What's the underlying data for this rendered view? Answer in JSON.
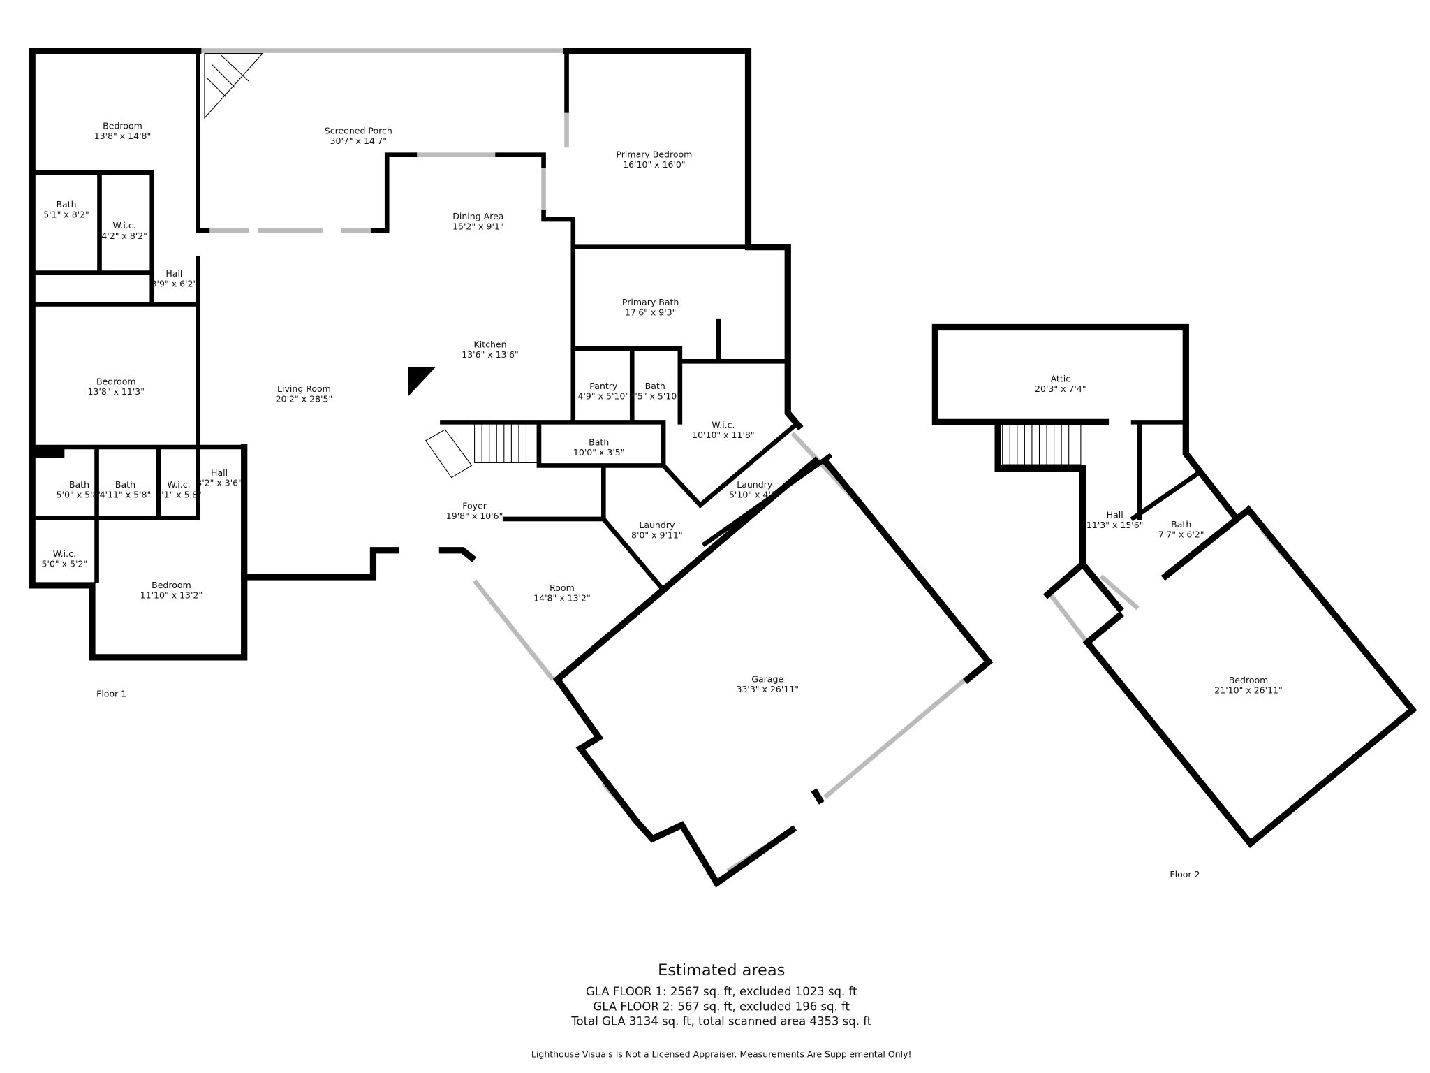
{
  "rooms": [
    {
      "name": "Bedroom",
      "dims": "13'8\" x 14'8\""
    },
    {
      "name": "Bath",
      "dims": "5'1\" x 8'2\""
    },
    {
      "name": "W.i.c.",
      "dims": "4'2\" x 8'2\""
    },
    {
      "name": "Hall",
      "dims": "3'9\" x 6'2\""
    },
    {
      "name": "Screened Porch",
      "dims": "30'7\" x 14'7\""
    },
    {
      "name": "Primary Bedroom",
      "dims": "16'10\" x 16'0\""
    },
    {
      "name": "Dining Area",
      "dims": "15'2\" x 9'1\""
    },
    {
      "name": "Primary Bath",
      "dims": "17'6\" x 9'3\""
    },
    {
      "name": "Bedroom",
      "dims": "13'8\" x 11'3\""
    },
    {
      "name": "Living Room",
      "dims": "20'2\" x 28'5\""
    },
    {
      "name": "Kitchen",
      "dims": "13'6\" x 13'6\""
    },
    {
      "name": "Pantry",
      "dims": "4'9\" x 5'10\""
    },
    {
      "name": "Bath",
      "dims": "3'5\" x 5'10\""
    },
    {
      "name": "W.i.c.",
      "dims": "10'10\" x 11'8\""
    },
    {
      "name": "Bath",
      "dims": "10'0\" x 3'5\""
    },
    {
      "name": "Laundry",
      "dims": "5'10\" x 4'8\""
    },
    {
      "name": "Bath",
      "dims": "5'0\" x 5'8\""
    },
    {
      "name": "Bath",
      "dims": "4'11\" x 5'8\""
    },
    {
      "name": "W.i.c.",
      "dims": "3'1\" x 5'8\""
    },
    {
      "name": "Hall",
      "dims": "3'2\" x 3'6\""
    },
    {
      "name": "W.i.c.",
      "dims": "5'0\" x 5'2\""
    },
    {
      "name": "Bedroom",
      "dims": "11'10\" x 13'2\""
    },
    {
      "name": "Foyer",
      "dims": "19'8\" x 10'6\""
    },
    {
      "name": "Laundry",
      "dims": "8'0\" x 9'11\""
    },
    {
      "name": "Room",
      "dims": "14'8\" x 13'2\""
    },
    {
      "name": "Garage",
      "dims": "33'3\" x 26'11\""
    },
    {
      "name": "Attic",
      "dims": "20'3\" x 7'4\""
    },
    {
      "name": "Hall",
      "dims": "11'3\" x 15'6\""
    },
    {
      "name": "Bath",
      "dims": "7'7\" x 6'2\""
    },
    {
      "name": "Bedroom",
      "dims": "21'10\" x 26'11\""
    }
  ],
  "floors": {
    "floor1": "Floor 1",
    "floor2": "Floor 2"
  },
  "summary": {
    "title": "Estimated areas",
    "line1": "GLA FLOOR 1: 2567 sq. ft, excluded 1023 sq. ft",
    "line2": "GLA FLOOR 2: 567 sq. ft, excluded 196 sq. ft",
    "line3": "Total GLA 3134 sq. ft, total scanned area 4353 sq. ft"
  },
  "disclaimer": "Lighthouse Visuals Is Not a Licensed Appraiser. Measurements Are Supplemental Only!"
}
